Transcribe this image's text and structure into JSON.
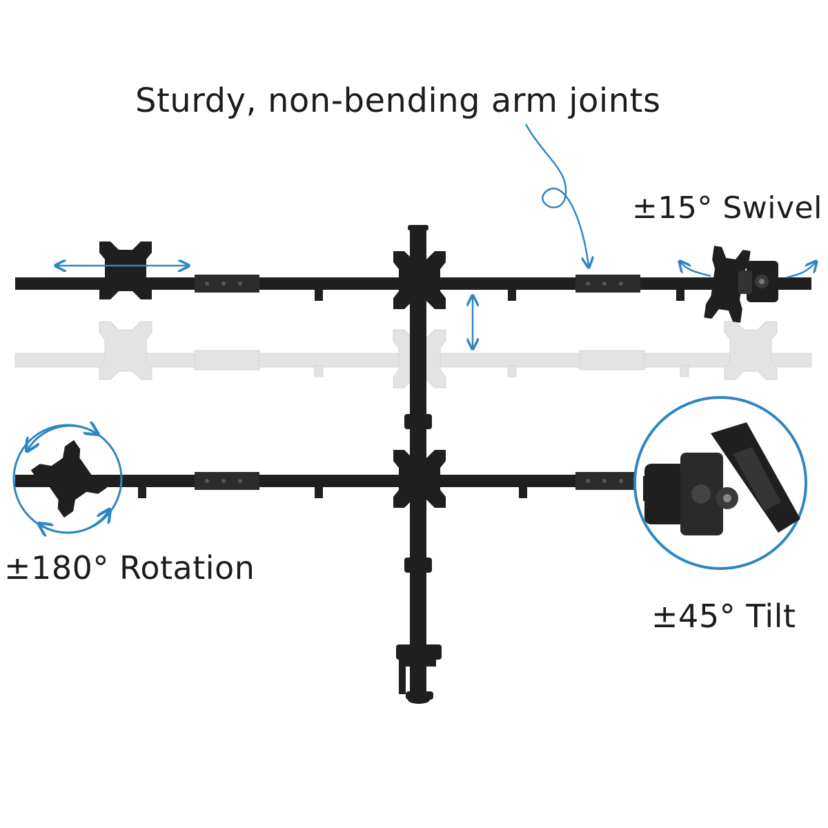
{
  "labels": {
    "joints": "Sturdy, non-bending arm joints",
    "swivel_sign": "±",
    "swivel": "15° Swivel",
    "rotation_sign": "±",
    "rotation": "180° Rotation",
    "tilt_sign": "±",
    "tilt": "45° Tilt"
  },
  "colors": {
    "metal": "#1f1f1f",
    "metal_highlight": "#3a3a3a",
    "ghost": "#e3e3e3",
    "ghost_edge": "#d2d2d2",
    "accent": "#2e86c1",
    "text": "#1c1c1c"
  }
}
